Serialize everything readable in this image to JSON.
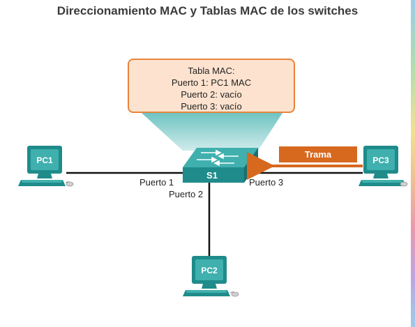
{
  "title": "Direccionamiento MAC y Tablas MAC de los switches",
  "mac_table": {
    "heading": "Tabla MAC:",
    "rows": [
      "Puerto 1: PC1 MAC",
      "Puerto 2: vacío",
      "Puerto 3: vacío"
    ]
  },
  "devices": {
    "switch": "S1",
    "pc1": "PC1",
    "pc2": "PC2",
    "pc3": "PC3"
  },
  "ports": {
    "port1": "Puerto 1",
    "port2": "Puerto 2",
    "port3": "Puerto 3"
  },
  "frame": {
    "label": "Trama",
    "direction": "PC3 → S1"
  },
  "colors": {
    "device_teal": "#1f8b8b",
    "device_teal_light": "#3fb0ae",
    "frame_orange": "#d7691f",
    "table_fill": "#fde3cf",
    "table_border": "#e8833a",
    "link": "#111111"
  }
}
